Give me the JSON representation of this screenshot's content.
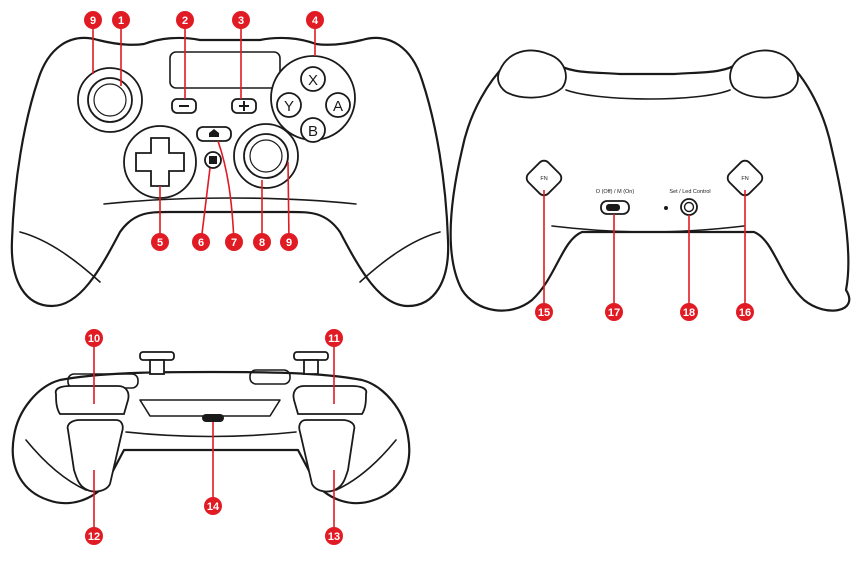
{
  "colors": {
    "callout": "#e01b24",
    "line": "#1a1a1a",
    "background": "#ffffff"
  },
  "face_buttons": {
    "x": "X",
    "y": "Y",
    "a": "A",
    "b": "B"
  },
  "back_labels": {
    "mode_switch": "O (Off) / M (On)",
    "set_button": "Set / Led Control",
    "fn_left": "FN",
    "fn_right": "FN"
  },
  "icons": {
    "minus": "minus-icon",
    "plus": "plus-icon",
    "home": "home-icon",
    "capture": "capture-icon"
  },
  "callouts": [
    {
      "id": "c9a",
      "label": "9"
    },
    {
      "id": "c1",
      "label": "1"
    },
    {
      "id": "c2",
      "label": "2"
    },
    {
      "id": "c3",
      "label": "3"
    },
    {
      "id": "c4",
      "label": "4"
    },
    {
      "id": "c5",
      "label": "5"
    },
    {
      "id": "c6",
      "label": "6"
    },
    {
      "id": "c7",
      "label": "7"
    },
    {
      "id": "c8",
      "label": "8"
    },
    {
      "id": "c9b",
      "label": "9"
    },
    {
      "id": "c10",
      "label": "10"
    },
    {
      "id": "c11",
      "label": "11"
    },
    {
      "id": "c12",
      "label": "12"
    },
    {
      "id": "c13",
      "label": "13"
    },
    {
      "id": "c14",
      "label": "14"
    },
    {
      "id": "c15",
      "label": "15"
    },
    {
      "id": "c16",
      "label": "16"
    },
    {
      "id": "c17",
      "label": "17"
    },
    {
      "id": "c18",
      "label": "18"
    }
  ]
}
